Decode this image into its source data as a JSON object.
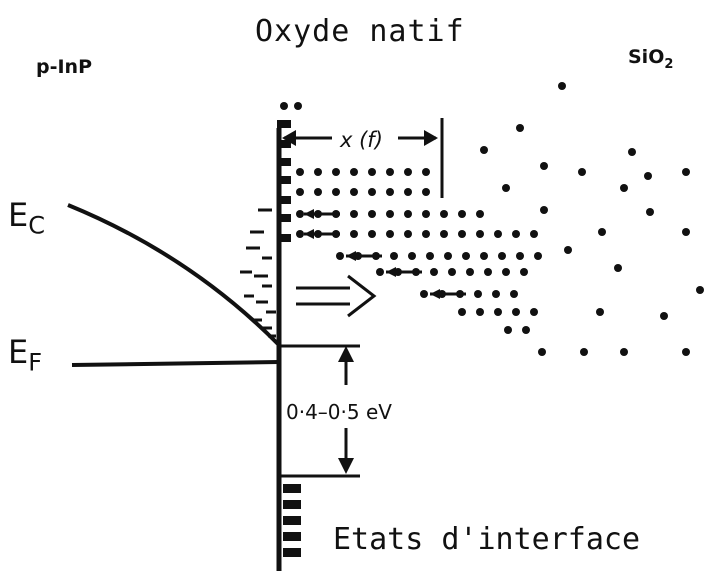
{
  "labels": {
    "title": "Oxyde natif",
    "left_material": "p-InP",
    "right_material_base": "SiO",
    "right_material_sub": "2",
    "ec_base": "E",
    "ec_sub": "C",
    "ef_base": "E",
    "ef_sub": "F",
    "distance": "x (f)",
    "energy_gap": "0·4–0·5 eV",
    "interface_states": "Etats d'interface"
  },
  "colors": {
    "ink": "#111111",
    "paper": "#ffffff"
  },
  "icons": {
    "distance_arrows": "double-headed-arrow",
    "energy_arrows": "vertical-double-arrow",
    "tunnel_arrow": "hollow-double-right-arrow"
  }
}
